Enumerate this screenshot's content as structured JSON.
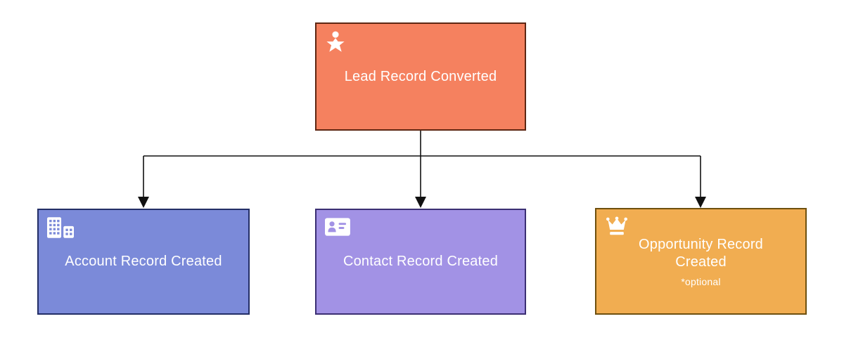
{
  "nodes": {
    "lead": {
      "label": "Lead Record Converted",
      "fill": "#F5815F",
      "border": "#5E2713",
      "icon": "lead-person-icon"
    },
    "account": {
      "label": "Account Record Created",
      "fill": "#7B8AD9",
      "border": "#232E66",
      "icon": "buildings-icon"
    },
    "contact": {
      "label": "Contact Record Created",
      "fill": "#A292E5",
      "border": "#3B2F73",
      "icon": "contact-card-icon"
    },
    "opportunity": {
      "label": "Opportunity Record Created",
      "note": "*optional",
      "fill": "#F1AD51",
      "border": "#6E500F",
      "icon": "crown-icon"
    }
  },
  "connector": {
    "color": "#111111",
    "style": "elbow-arrows"
  },
  "text_color": "#FFFFFF"
}
